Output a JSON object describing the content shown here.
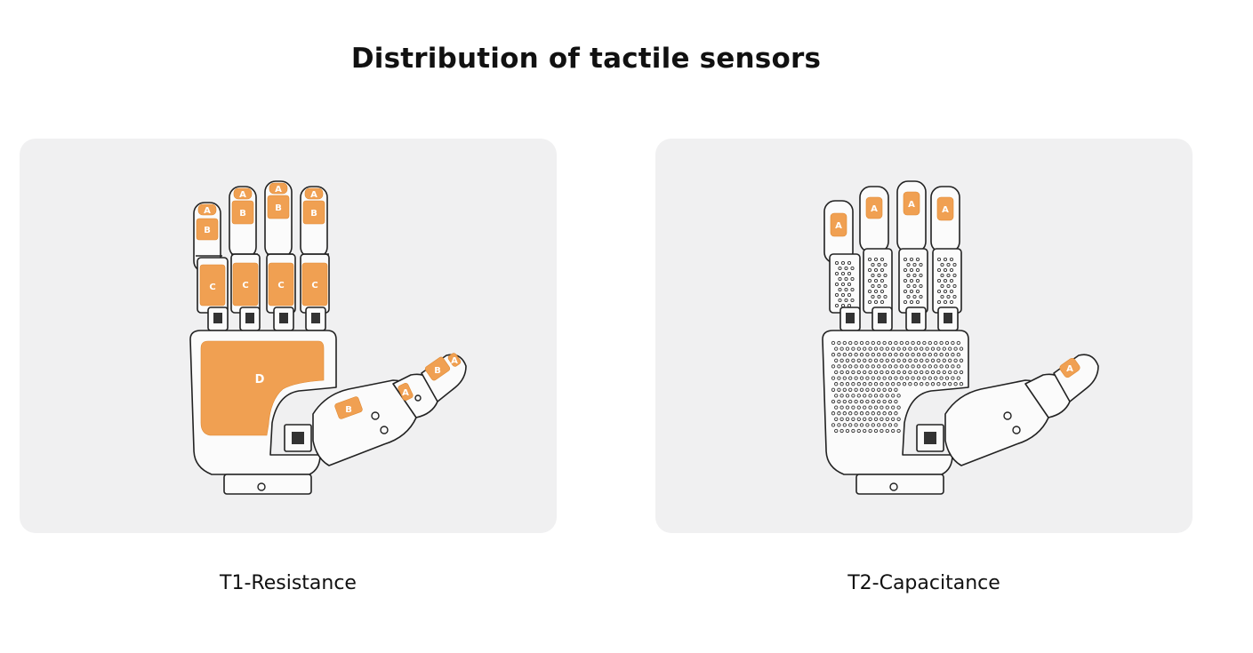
{
  "title": "Distribution of tactile sensors",
  "panels": [
    {
      "caption": "T1-Resistance",
      "labels": {
        "a": "A",
        "b": "B",
        "c": "C",
        "d": "D"
      }
    },
    {
      "caption": "T2-Capacitance",
      "labels": {
        "a": "A"
      }
    }
  ],
  "colors": {
    "sensor_pad": "#f0a052",
    "panel_bg": "#f0f0f1",
    "outline": "#222222"
  }
}
